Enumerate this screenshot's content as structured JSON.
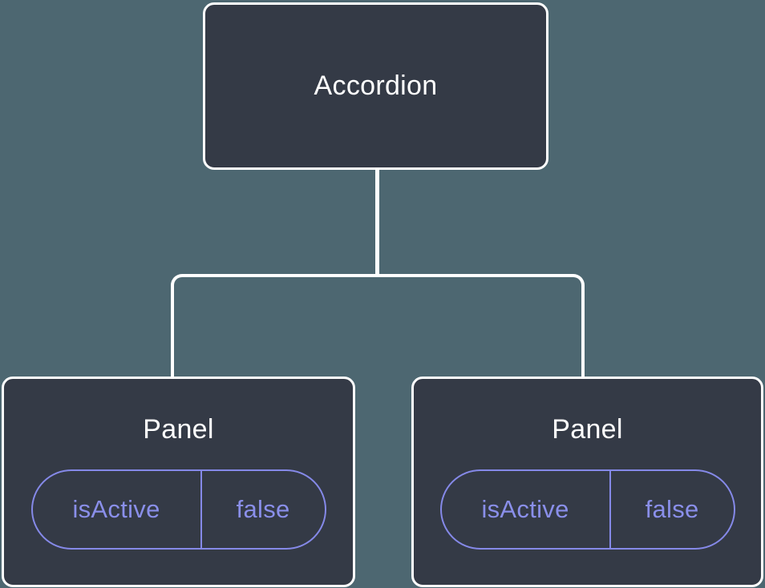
{
  "colors": {
    "canvas-bg": "#4d6771",
    "node-fill": "#343a46",
    "node-border": "#ffffff",
    "node-text": "#ffffff",
    "pill-border": "#8589e8",
    "pill-text": "#8a8fea",
    "connector": "#ffffff"
  },
  "diagram": {
    "type": "component-tree",
    "root": {
      "label": "Accordion"
    },
    "children": [
      {
        "label": "Panel",
        "state": {
          "name": "isActive",
          "value": "false"
        }
      },
      {
        "label": "Panel",
        "state": {
          "name": "isActive",
          "value": "false"
        }
      }
    ]
  }
}
